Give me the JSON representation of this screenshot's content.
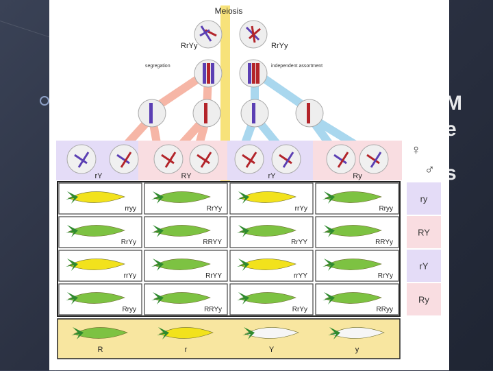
{
  "slide": {
    "side_text": [
      "M",
      "e",
      "s"
    ]
  },
  "diagram": {
    "title": "Meiosis",
    "parent_left": "RrYy",
    "parent_right": "RrYy",
    "label_left": "segregation",
    "label_right": "independent assortment",
    "gamete_labels": [
      "rY",
      "RY",
      "rY",
      "Ry"
    ],
    "female_symbol": "♀",
    "male_symbol": "♂",
    "row_labels": [
      "ry",
      "RY",
      "rY",
      "Ry"
    ],
    "grid": [
      [
        "rryy",
        "RrYy",
        "rrYy",
        "Rryy"
      ],
      [
        "RrYy",
        "RRYY",
        "RrYY",
        "RRYy"
      ],
      [
        "rrYy",
        "RrYY",
        "rrYY",
        "RrYy"
      ],
      [
        "Rryy",
        "RRYy",
        "RrYy",
        "RRyy"
      ]
    ],
    "pod_colors": [
      [
        "yellow",
        "green",
        "yellow",
        "green"
      ],
      [
        "green",
        "green",
        "green",
        "green"
      ],
      [
        "yellow",
        "green",
        "yellow",
        "green"
      ],
      [
        "green",
        "green",
        "green",
        "green"
      ]
    ],
    "legend_labels": [
      "R",
      "r",
      "Y",
      "y"
    ],
    "legend_colors": [
      "green",
      "yellow",
      "white",
      "white"
    ],
    "colors": {
      "green_pod": "#7dc242",
      "yellow_pod": "#f2e21c",
      "white_pod": "#f6f6f6",
      "leaf": "#2f8a2f",
      "chrom_blue": "#5b3fb3",
      "chrom_red": "#b3242a",
      "line_pink": "#f6b6a6",
      "line_yellow": "#f7e27a",
      "line_blue": "#a9d7ee",
      "gamete_bg_lilac": "#e4dcf7",
      "gamete_bg_pink": "#f9dde1",
      "legend_bg": "#f8e6a0",
      "rowlabel_bg_lilac": "#e4dcf7",
      "rowlabel_bg_pink": "#f9dde1"
    }
  }
}
